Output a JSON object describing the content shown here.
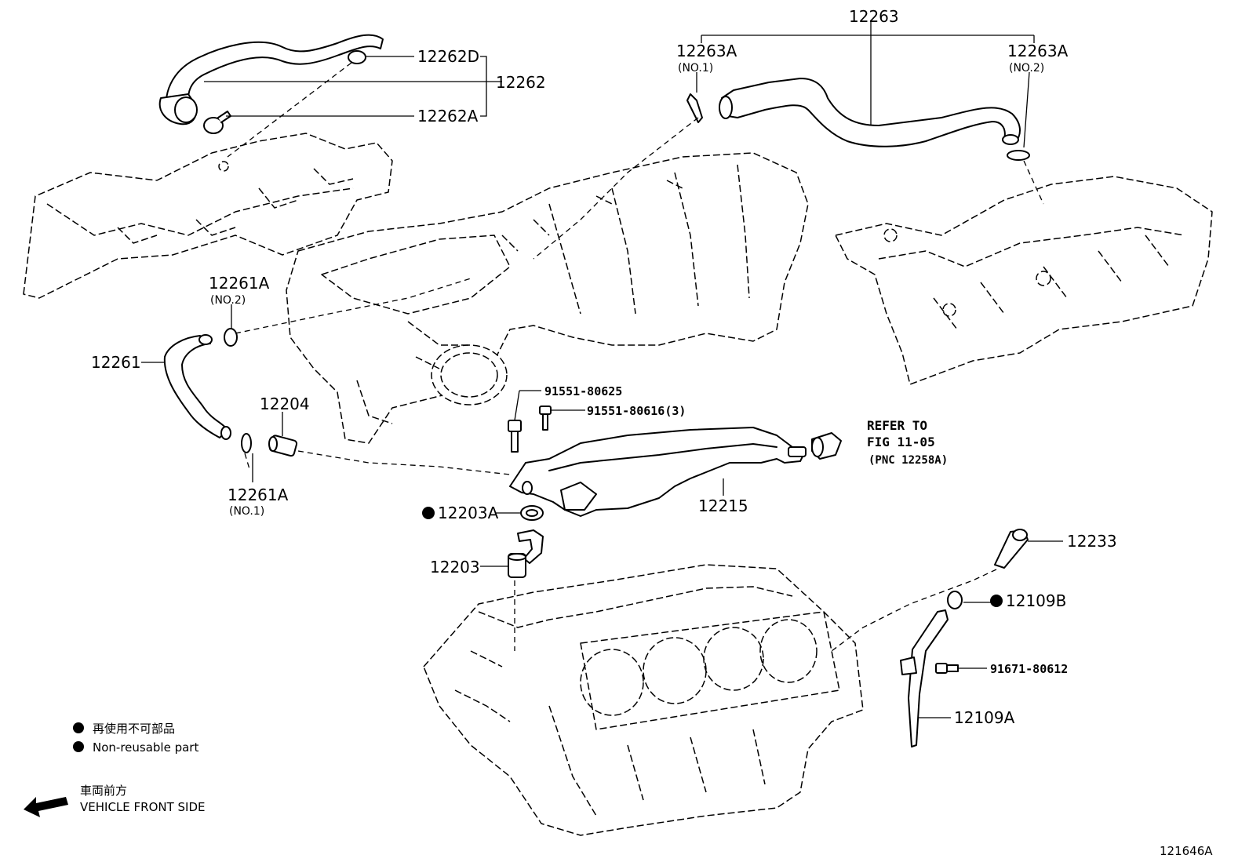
{
  "labels": {
    "p12263": "12263",
    "p12263A_1": "12263A",
    "p12263A_1_sub": "(NO.1)",
    "p12263A_2": "12263A",
    "p12263A_2_sub": "(NO.2)",
    "p12262D": "12262D",
    "p12262": "12262",
    "p12262A": "12262A",
    "p12261A_2": "12261A",
    "p12261A_2_sub": "(NO.2)",
    "p12261": "12261",
    "p12204": "12204",
    "p12261A_1": "12261A",
    "p12261A_1_sub": "(NO.1)",
    "p91551_80625": "91551-80625",
    "p91551_80616": "91551-80616(3)",
    "refer_line1": "REFER TO",
    "refer_line2": "FIG 11-05",
    "refer_line3": "(PNC 12258A)",
    "p12215": "12215",
    "p12203A": "12203A",
    "p12203": "12203",
    "p12233": "12233",
    "p12109B": "12109B",
    "p91671_80612": "91671-80612",
    "p12109A": "12109A"
  },
  "legend": {
    "nonreusable_jp": "再使用不可部品",
    "nonreusable_en": "Non-reusable part",
    "front_jp": "車両前方",
    "front_en": "VEHICLE FRONT SIDE"
  },
  "figure_id": "121646A"
}
